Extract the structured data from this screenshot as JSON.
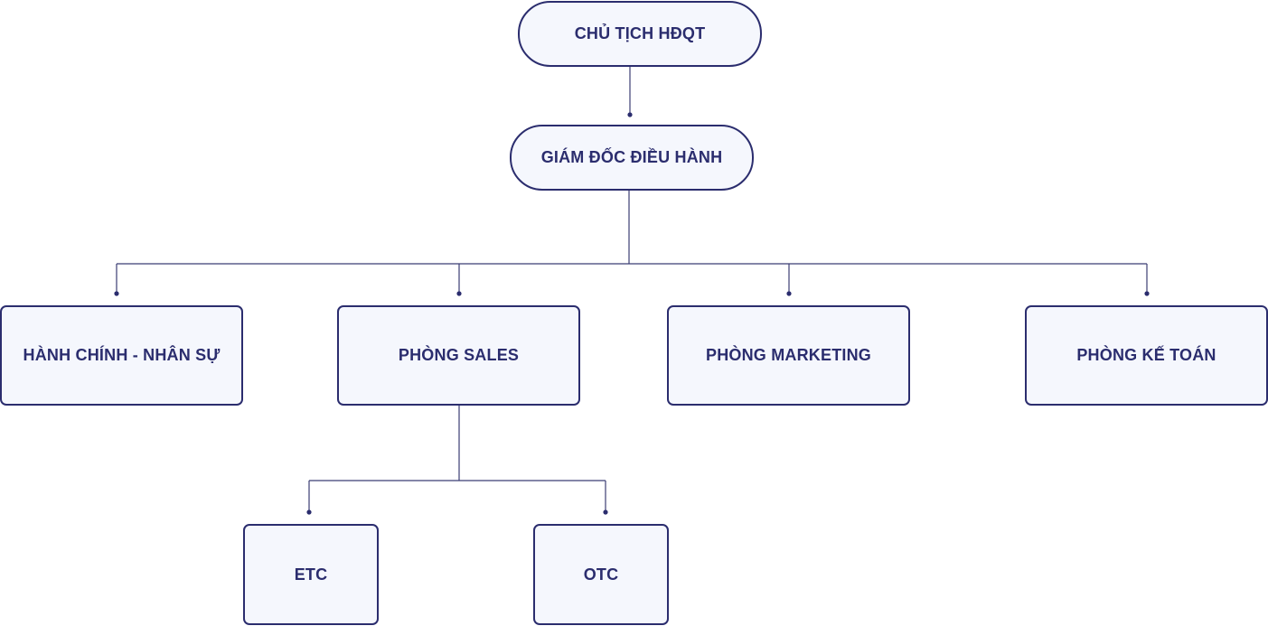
{
  "org_chart": {
    "chairman": "CHỦ TỊCH HĐQT",
    "ceo": "GIÁM ĐỐC ĐIỀU HÀNH",
    "departments": [
      "HÀNH CHÍNH - NHÂN SỰ",
      "PHÒNG SALES",
      "PHÒNG MARKETING",
      "PHÒNG KẾ TOÁN"
    ],
    "sales_units": [
      "ETC",
      "OTC"
    ]
  },
  "colors": {
    "border": "#2b2d6e",
    "fill": "#f5f7fd",
    "line": "#3b3d73"
  }
}
